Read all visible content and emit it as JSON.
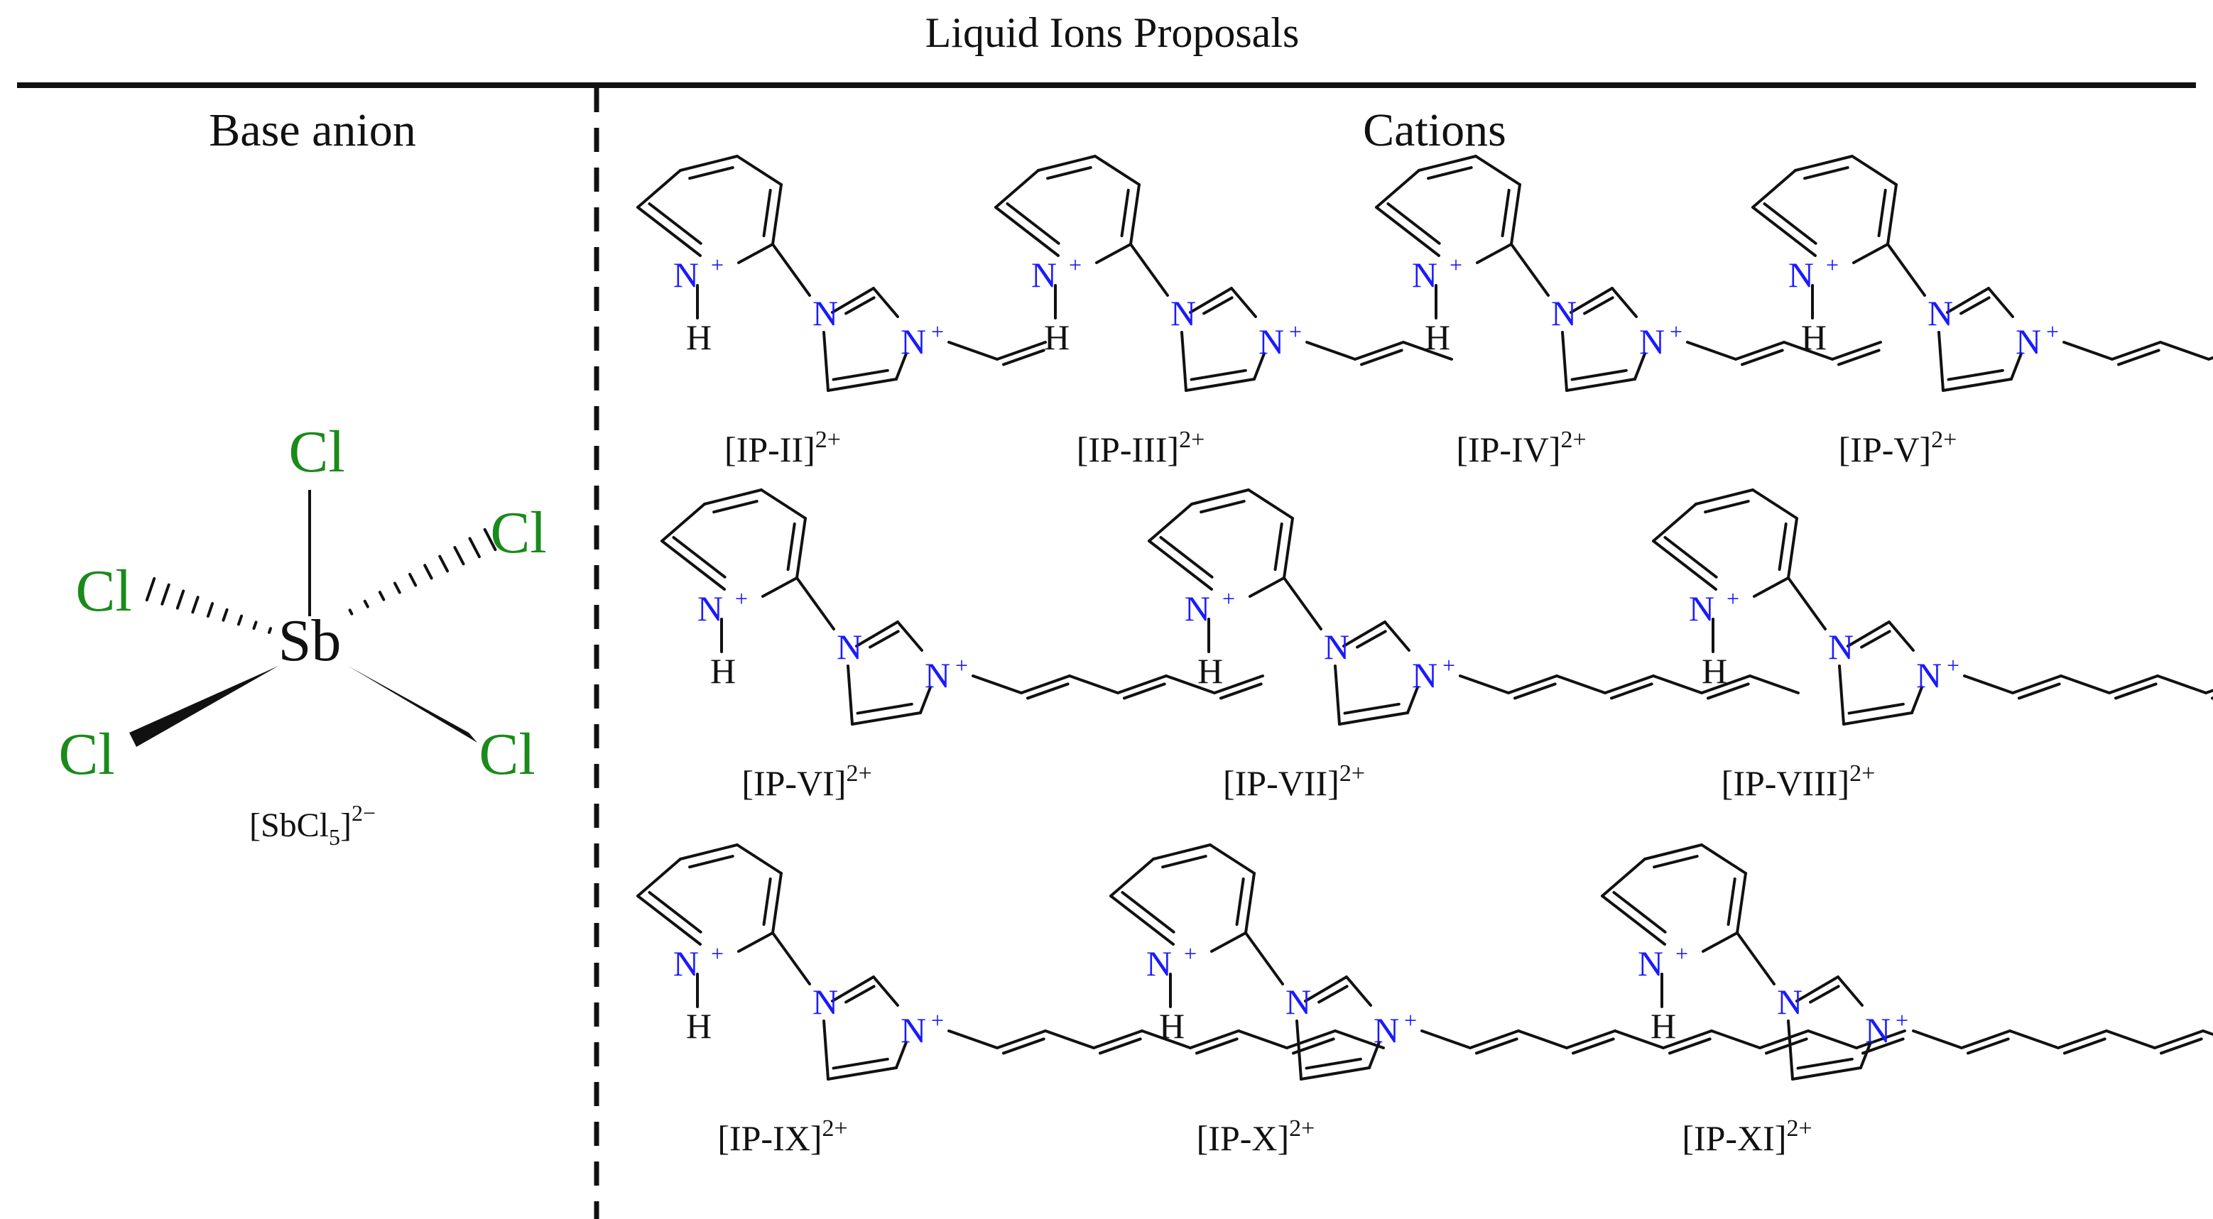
{
  "header": {
    "title": "Liquid Ions Proposals"
  },
  "anion_panel": {
    "heading": "Base anion",
    "center_atom": "Sb",
    "ligand_atom": "Cl",
    "formula": {
      "open": "[SbCl",
      "sub": "5",
      "close": "]",
      "charge": "2−"
    }
  },
  "cation_panel": {
    "heading": "Cations",
    "ring_atoms": {
      "pyridinium_n": "N",
      "imidazolium_n": "N",
      "n_plus": "N",
      "plus": "+",
      "hydrogen": "H"
    },
    "cations": [
      {
        "id": "IP-II",
        "label": "[IP-II]",
        "charge": "2+",
        "chain_bonds": 2
      },
      {
        "id": "IP-III",
        "label": "[IP-III]",
        "charge": "2+",
        "chain_bonds": 3
      },
      {
        "id": "IP-IV",
        "label": "[IP-IV]",
        "charge": "2+",
        "chain_bonds": 4
      },
      {
        "id": "IP-V",
        "label": "[IP-V]",
        "charge": "2+",
        "chain_bonds": 5
      },
      {
        "id": "IP-VI",
        "label": "[IP-VI]",
        "charge": "2+",
        "chain_bonds": 6
      },
      {
        "id": "IP-VII",
        "label": "[IP-VII]",
        "charge": "2+",
        "chain_bonds": 7
      },
      {
        "id": "IP-VIII",
        "label": "[IP-VIII]",
        "charge": "2+",
        "chain_bonds": 8
      },
      {
        "id": "IP-IX",
        "label": "[IP-IX]",
        "charge": "2+",
        "chain_bonds": 9
      },
      {
        "id": "IP-X",
        "label": "[IP-X]",
        "charge": "2+",
        "chain_bonds": 10
      },
      {
        "id": "IP-XI",
        "label": "[IP-XI]",
        "charge": "2+",
        "chain_bonds": 11
      }
    ]
  },
  "colors": {
    "bond": "#111111",
    "nitrogen": "#1a1aff",
    "chlorine": "#1a8a1a",
    "text": "#111111"
  }
}
